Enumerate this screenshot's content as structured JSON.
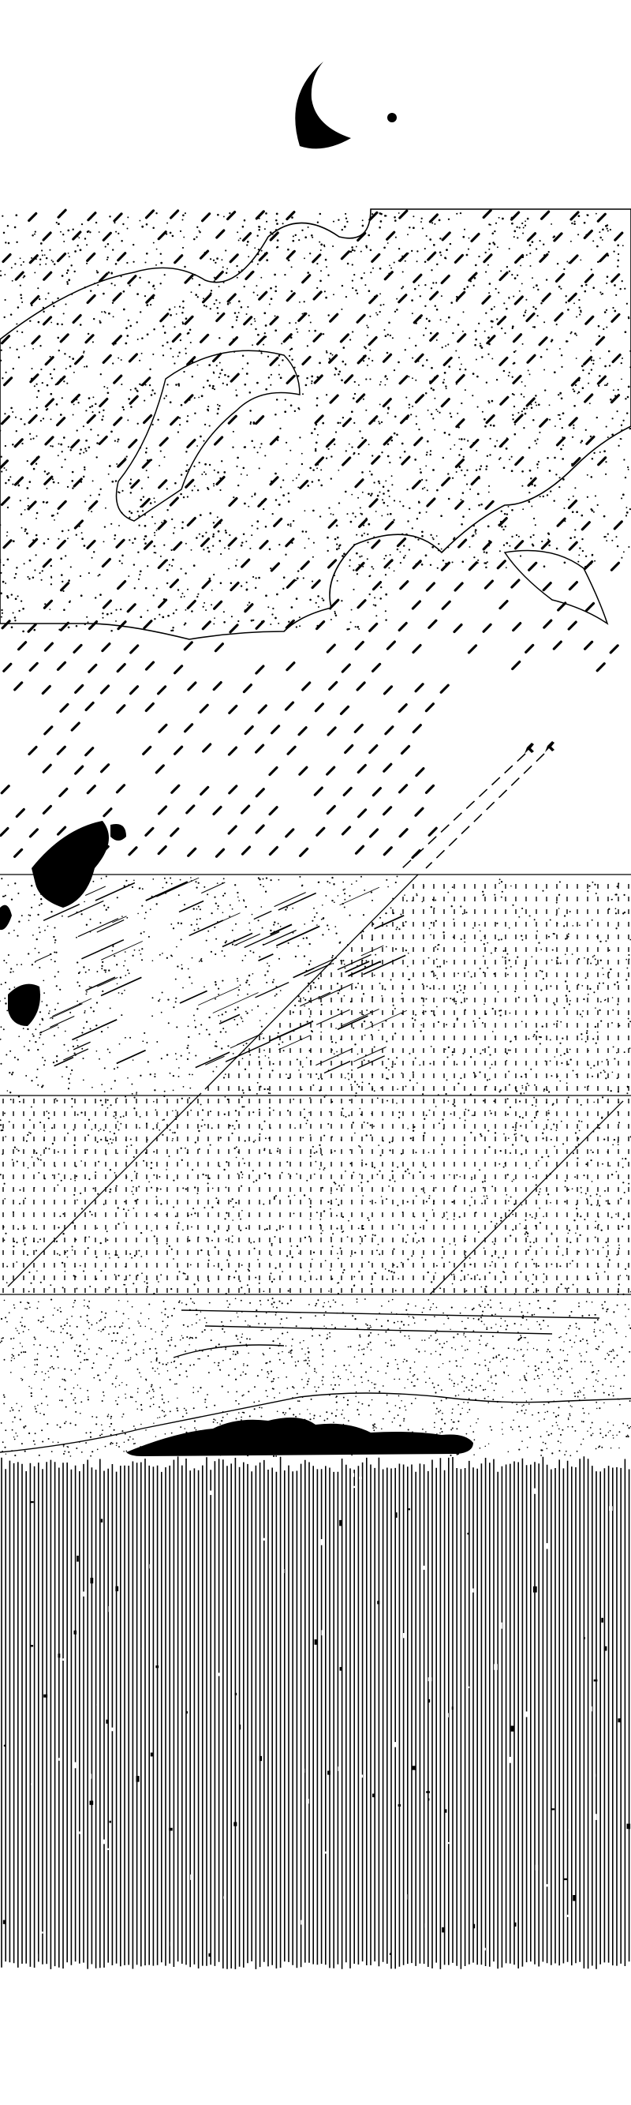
{
  "artwork": {
    "style": "black ink pen illustration, vertical panel",
    "palette": {
      "ink": "#000000",
      "paper": "#ffffff"
    },
    "elements": [
      "crescent-moon",
      "star-dot",
      "rain-clouds",
      "rain-streaks",
      "airplanes",
      "contrails",
      "burning-foliage",
      "storm-debris",
      "field-hatching",
      "horizon-band",
      "dark-island",
      "sea-vertical-hatching"
    ]
  }
}
